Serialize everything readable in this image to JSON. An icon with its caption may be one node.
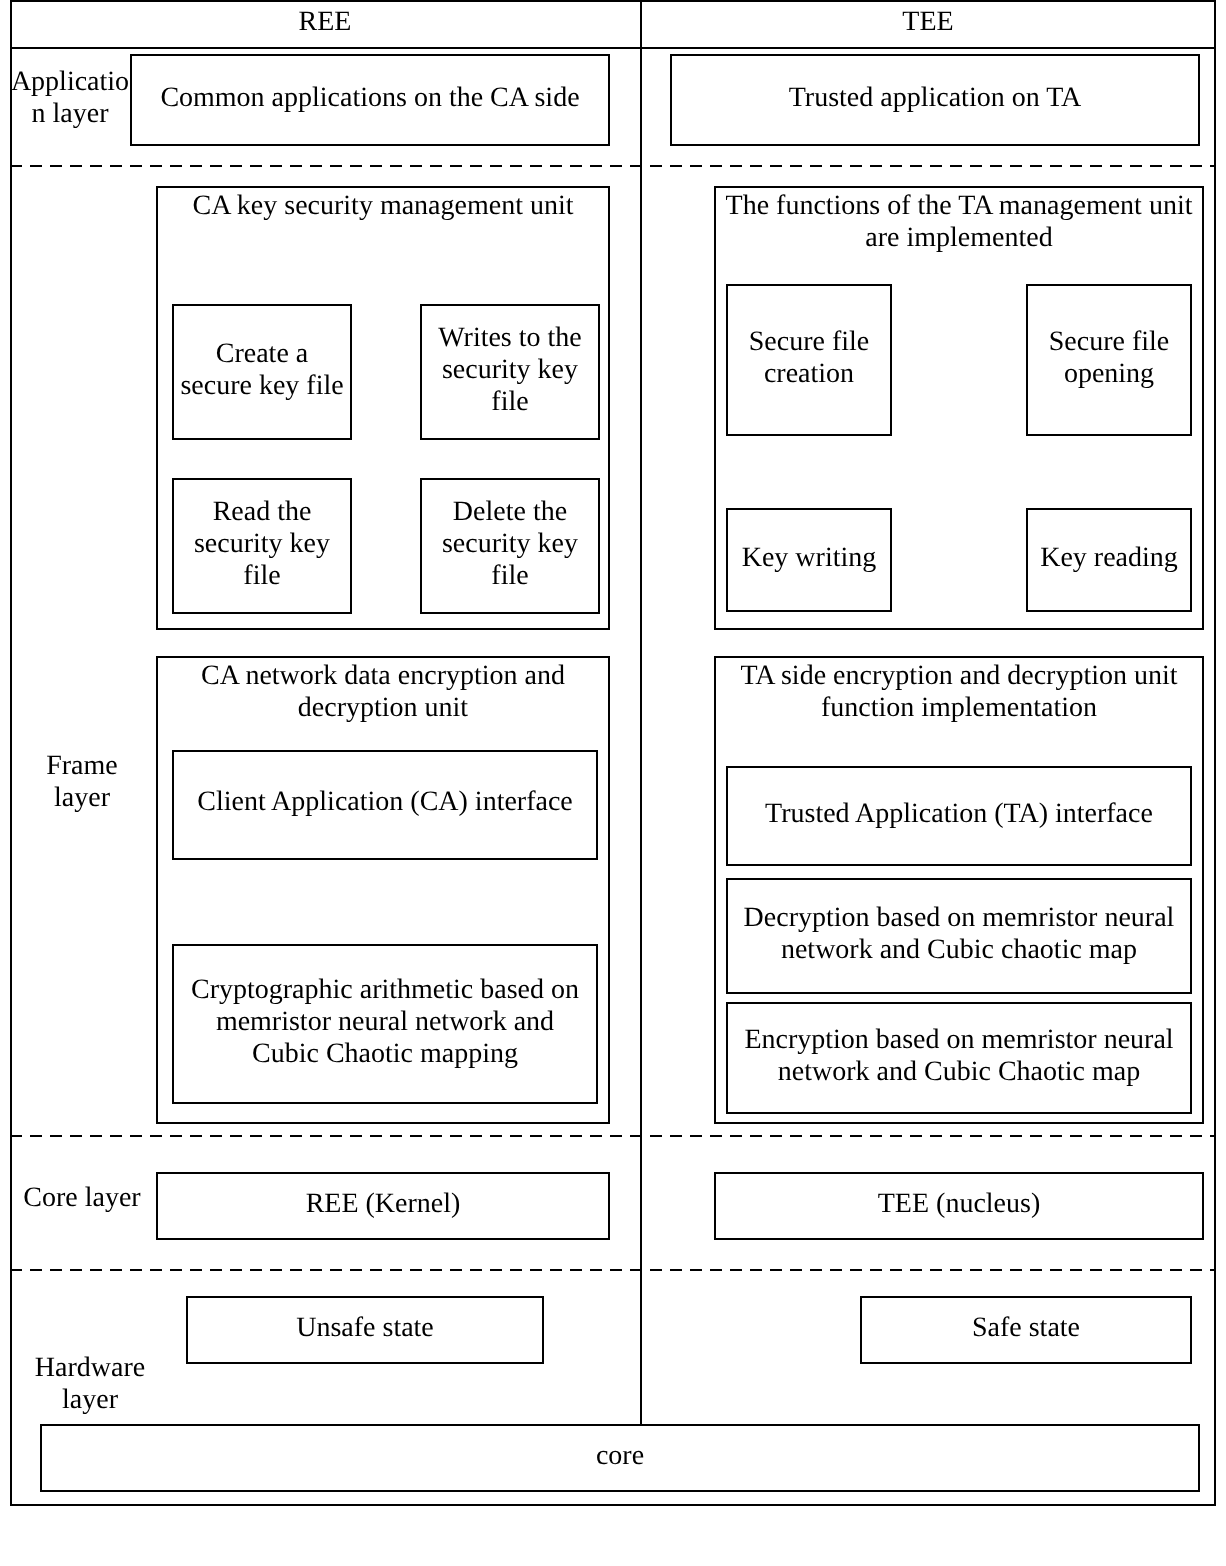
{
  "diagram": {
    "nodes": [
      {
        "text": [
          "Common applications on the CA side"
        ]
      },
      {
        "text": [
          "Trusted application on TA"
        ]
      },
      {
        "text": [
          "CA key security management unit"
        ]
      },
      {
        "text": [
          "Create a secure key file"
        ],
        "in": 2
      },
      {
        "text": [
          "Writes to the security key file"
        ],
        "in": 2
      },
      {
        "text": [
          "Read the security key file"
        ],
        "in": 2
      },
      {
        "text": [
          "Delete the security key file"
        ],
        "in": 2
      },
      {
        "text": [
          "The functions of the TA management unit are implemented"
        ]
      },
      {
        "text": [
          "Secure file creation"
        ],
        "in": 7
      },
      {
        "text": [
          "Secure file opening"
        ],
        "in": 7
      },
      {
        "text": [
          "Key writing"
        ],
        "in": 7
      },
      {
        "text": [
          "Key reading"
        ],
        "in": 7
      },
      {
        "text": [
          "CA network data encryption and decryption unit"
        ]
      },
      {
        "text": [
          "Client Application (CA) interface"
        ],
        "in": 12
      },
      {
        "text": [
          "Cryptographic arithmetic based on memristor neural network and Cubic Chaotic mapping"
        ],
        "in": 12
      },
      {
        "text": [
          "TA side encryption and decryption unit function implementation"
        ]
      },
      {
        "text": [
          "Trusted Application (TA) interface"
        ],
        "in": 15
      },
      {
        "text": [
          "Decryption based on memristor neural network and Cubic chaotic map"
        ],
        "in": 15
      },
      {
        "text": [
          "Encryption based on memristor neural network and Cubic Chaotic map"
        ],
        "in": 15
      },
      {
        "text": [
          "REE (Kernel)"
        ]
      },
      {
        "text": [
          "TEE (nucleus)"
        ]
      },
      {
        "text": [
          "Unsafe state"
        ]
      },
      {
        "text": [
          "Safe state"
        ]
      },
      {
        "text": [
          "core"
        ]
      }
    ],
    "labels": [
      "REE",
      "TEE",
      "Application layer",
      "Frame layer",
      "Core layer",
      "Hardware layer"
    ]
  }
}
